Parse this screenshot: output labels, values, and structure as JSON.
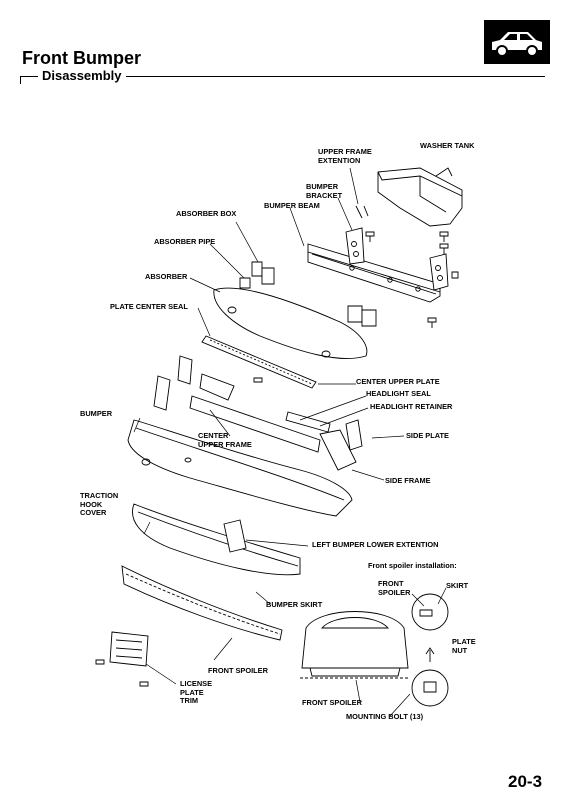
{
  "header": {
    "title": "Front Bumper",
    "subtitle": "Disassembly",
    "page_number": "20-3",
    "badge_icon": "car-icon"
  },
  "labels": {
    "upper_frame_extention": "UPPER FRAME\nEXTENTION",
    "washer_tank": "WASHER TANK",
    "bumper_bracket": "BUMPER\nBRACKET",
    "bumper_beam": "BUMPER BEAM",
    "absorber_box": "ABSORBER BOX",
    "absorber_pipe": "ABSORBER PIPE",
    "absorber": "ABSORBER",
    "plate_center_seal": "PLATE CENTER SEAL",
    "center_upper_plate": "CENTER UPPER PLATE",
    "headlight_seal": "HEADLIGHT SEAL",
    "headlight_retainer": "HEADLIGHT RETAINER",
    "bumper": "BUMPER",
    "center_upper_frame": "CENTER\nUPPER FRAME",
    "side_plate": "SIDE PLATE",
    "side_frame": "SIDE FRAME",
    "traction_hook_cover": "TRACTION\nHOOK\nCOVER",
    "left_bumper_lower_extention": "LEFT BUMPER LOWER EXTENTION",
    "front_spoiler_installation": "Front spoiler installation:",
    "front_spoiler_detail": "FRONT\nSPOILER",
    "skirt": "SKIRT",
    "plate_nut": "PLATE\nNUT",
    "bumper_skirt": "BUMPER SKIRT",
    "front_spoiler": "FRONT SPOILER",
    "front_spoiler_bottom": "FRONT SPOILER",
    "license_plate_trim": "LICENSE\nPLATE\nTRIM",
    "mounting_bolt": "MOUNTING BOLT (13)"
  }
}
